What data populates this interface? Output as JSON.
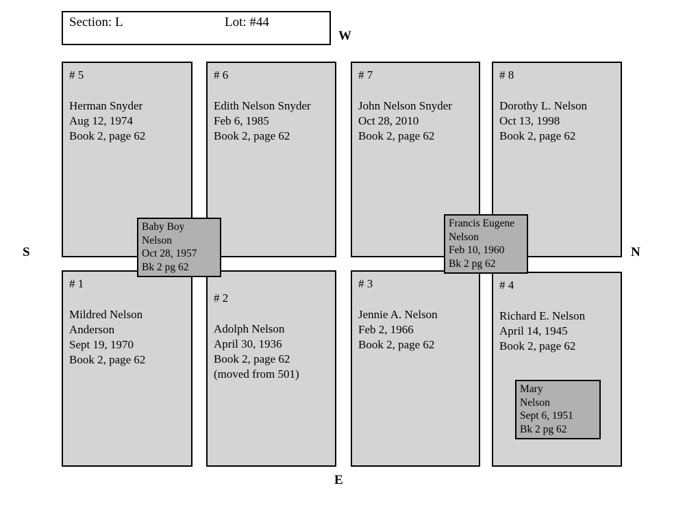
{
  "header": {
    "section": "Section: L",
    "lot": "Lot: #44"
  },
  "compass": {
    "west": "W",
    "south": "S",
    "north": "N",
    "east": "E"
  },
  "plots": [
    {
      "num": "# 5",
      "name1": "Herman Snyder",
      "name2": "",
      "date": "Aug 12, 1974",
      "book": "Book 2, page 62",
      "extra": ""
    },
    {
      "num": "# 6",
      "name1": "Edith Nelson Snyder",
      "name2": "",
      "date": "Feb 6, 1985",
      "book": "Book 2, page 62",
      "extra": ""
    },
    {
      "num": "# 7",
      "name1": "John Nelson Snyder",
      "name2": "",
      "date": "Oct 28, 2010",
      "book": "Book 2, page 62",
      "extra": ""
    },
    {
      "num": "# 8",
      "name1": "Dorothy L. Nelson",
      "name2": "",
      "date": "Oct 13, 1998",
      "book": "Book 2, page 62",
      "extra": ""
    },
    {
      "num": "# 1",
      "name1": "Mildred Nelson",
      "name2": "Anderson",
      "date": "Sept 19, 1970",
      "book": "Book 2, page 62",
      "extra": ""
    },
    {
      "num": "# 2",
      "name1": "Adolph Nelson",
      "name2": "",
      "date": "April 30, 1936",
      "book": "Book 2, page 62",
      "extra": "(moved from 501)"
    },
    {
      "num": "# 3",
      "name1": "Jennie A. Nelson",
      "name2": "",
      "date": "Feb 2, 1966",
      "book": "Book 2, page 62",
      "extra": ""
    },
    {
      "num": "# 4",
      "name1": "Richard E. Nelson",
      "name2": "",
      "date": "April 14, 1945",
      "book": "Book 2, page 62",
      "extra": ""
    }
  ],
  "overlays": [
    {
      "line1": "Baby Boy",
      "line2": "Nelson",
      "line3": "Oct 28, 1957",
      "line4": "Bk 2 pg 62"
    },
    {
      "line1": "Francis Eugene",
      "line2": "Nelson",
      "line3": "Feb 10, 1960",
      "line4": "Bk 2 pg 62"
    },
    {
      "line1": "Mary",
      "line2": "Nelson",
      "line3": "Sept 6, 1951",
      "line4": "Bk 2 pg 62"
    }
  ],
  "colors": {
    "plot_fill": "#d4d4d4",
    "overlay_fill": "#b1b1b1",
    "border": "#000000",
    "background": "#ffffff"
  }
}
